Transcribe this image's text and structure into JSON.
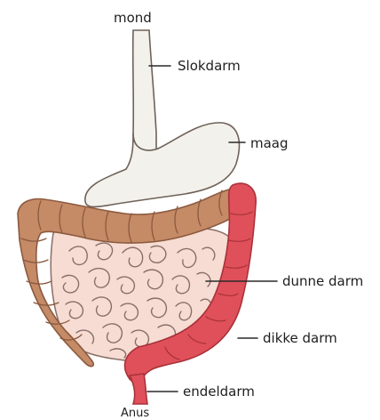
{
  "diagram": {
    "labels": {
      "mouth": "mond",
      "esophagus": "Slokdarm",
      "stomach": "maag",
      "small_intestine": "dunne darm",
      "large_intestine": "dikke darm",
      "rectum": "endeldarm",
      "anus": "Anus"
    },
    "colors": {
      "outline": "#6f6258",
      "esophagus_stomach_fill": "#f3f1ec",
      "small_intestine_fill": "#f6dcd2",
      "small_intestine_folds": "#8a6f68",
      "colon_brown": "#c58a66",
      "colon_brown_dark": "#8b5a3f",
      "colon_red": "#e0505a",
      "colon_red_dark": "#a8323a"
    }
  }
}
